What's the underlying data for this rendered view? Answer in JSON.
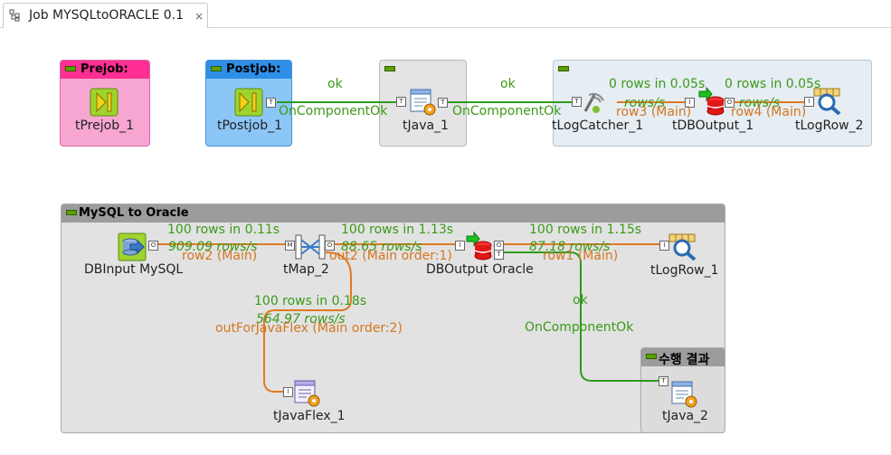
{
  "tab": {
    "title": "Job MYSQLtoORACLE 0.1",
    "close": "×",
    "icon": "job-icon"
  },
  "subjobs": {
    "prejob": {
      "title": "Prejob:",
      "color": "#ff66b3"
    },
    "postjob": {
      "title": "Postjob:",
      "color": "#5ab0f5"
    },
    "mysql": {
      "title": "MySQL to Oracle"
    },
    "result": {
      "title": "수행 결과"
    }
  },
  "components": {
    "tPrejob_1": "tPrejob_1",
    "tPostjob_1": "tPostjob_1",
    "tJava_1": "tJava_1",
    "tLogCatcher_1": "tLogCatcher_1",
    "tDBOutput_1": "tDBOutput_1",
    "tLogRow_2": "tLogRow_2",
    "dbinput": "DBInput MySQL",
    "tMap_2": "tMap_2",
    "dboutput": "DBOutput Oracle",
    "tLogRow_1": "tLogRow_1",
    "tJavaFlex_1": "tJavaFlex_1",
    "tJava_2": "tJava_2"
  },
  "links": {
    "post_to_java": {
      "trigger": "ok",
      "name": "OnComponentOk"
    },
    "java_to_catcher": {
      "trigger": "ok",
      "name": "OnComponentOk"
    },
    "catcher_to_out": {
      "stats": "0 rows in 0.05s",
      "speed": "rows/s",
      "name": "row3 (Main)"
    },
    "out_to_log": {
      "stats": "0 rows in 0.05s",
      "speed": "rows/s",
      "name": "row4 (Main)"
    },
    "input_to_map": {
      "stats": "100 rows in 0.11s",
      "speed": "909.09 rows/s",
      "name": "row2 (Main)"
    },
    "map_to_out": {
      "stats": "100 rows in 1.13s",
      "speed": "88.65 rows/s",
      "name": "out2 (Main order:1)"
    },
    "out_to_log1": {
      "stats": "100 rows in 1.15s",
      "speed": "87.18 rows/s",
      "name": "row1 (Main)"
    },
    "map_to_flex": {
      "stats": "100 rows in 0.18s",
      "speed": "564.97 rows/s",
      "name": "outForJavaFlex (Main order:2)"
    },
    "out_to_java2": {
      "trigger": "ok",
      "name": "OnComponentOk"
    }
  },
  "colors": {
    "main_link": "#e07a22",
    "trigger_link": "#2e9a1e",
    "subjob_gray": "#e4e4e4"
  }
}
